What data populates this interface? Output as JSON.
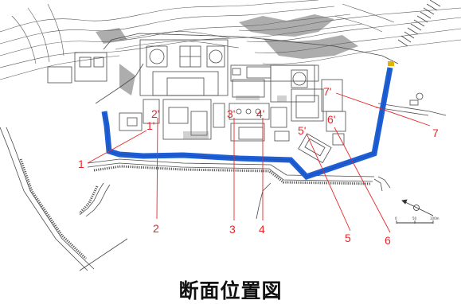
{
  "title": "断面位置図",
  "colors": {
    "section_line": "#e8262a",
    "seawall": "#1e5fd6",
    "drawing": "#4a4a4a"
  },
  "north_arrow_icon": "north-arrow-icon",
  "scale_bar": {
    "ticks": [
      "0",
      "50",
      "100m"
    ]
  },
  "section_markers": [
    {
      "id": "1",
      "label": "1",
      "label_prime": "1'"
    },
    {
      "id": "2",
      "label": "2",
      "label_prime": "2'"
    },
    {
      "id": "3",
      "label": "3",
      "label_prime": "3'"
    },
    {
      "id": "4",
      "label": "4",
      "label_prime": "4'"
    },
    {
      "id": "5",
      "label": "5",
      "label_prime": "5'"
    },
    {
      "id": "6",
      "label": "6",
      "label_prime": "6'"
    },
    {
      "id": "7",
      "label": "7",
      "label_prime": "7'"
    }
  ]
}
